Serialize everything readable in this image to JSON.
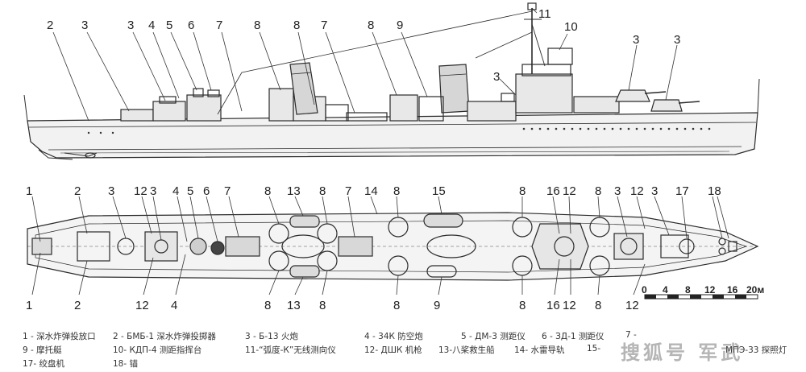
{
  "side_view_callouts": [
    {
      "id": "s2",
      "label": "2"
    },
    {
      "id": "s3a",
      "label": "3"
    },
    {
      "id": "s3b",
      "label": "3"
    },
    {
      "id": "s4",
      "label": "4"
    },
    {
      "id": "s5",
      "label": "5"
    },
    {
      "id": "s6",
      "label": "6"
    },
    {
      "id": "s7a",
      "label": "7"
    },
    {
      "id": "s8a",
      "label": "8"
    },
    {
      "id": "s8b",
      "label": "8"
    },
    {
      "id": "s7b",
      "label": "7"
    },
    {
      "id": "s8c",
      "label": "8"
    },
    {
      "id": "s9",
      "label": "9"
    },
    {
      "id": "s11",
      "label": "11"
    },
    {
      "id": "s10",
      "label": "10"
    },
    {
      "id": "s3c",
      "label": "3"
    },
    {
      "id": "s3d",
      "label": "3"
    },
    {
      "id": "s3e",
      "label": "3"
    }
  ],
  "plan_top_callouts": [
    {
      "id": "t1",
      "label": "1"
    },
    {
      "id": "t2",
      "label": "2"
    },
    {
      "id": "t3a",
      "label": "3"
    },
    {
      "id": "t12a",
      "label": "12"
    },
    {
      "id": "t3b",
      "label": "3"
    },
    {
      "id": "t4",
      "label": "4"
    },
    {
      "id": "t5",
      "label": "5"
    },
    {
      "id": "t6",
      "label": "6"
    },
    {
      "id": "t7a",
      "label": "7"
    },
    {
      "id": "t8a",
      "label": "8"
    },
    {
      "id": "t13",
      "label": "13"
    },
    {
      "id": "t8b",
      "label": "8"
    },
    {
      "id": "t7b",
      "label": "7"
    },
    {
      "id": "t14",
      "label": "14"
    },
    {
      "id": "t8c",
      "label": "8"
    },
    {
      "id": "t15",
      "label": "15"
    },
    {
      "id": "t8d",
      "label": "8"
    },
    {
      "id": "t16",
      "label": "16"
    },
    {
      "id": "t12b",
      "label": "12"
    },
    {
      "id": "t8e",
      "label": "8"
    },
    {
      "id": "t3c",
      "label": "3"
    },
    {
      "id": "t12c",
      "label": "12"
    },
    {
      "id": "t3d",
      "label": "3"
    },
    {
      "id": "t17",
      "label": "17"
    },
    {
      "id": "t18",
      "label": "18"
    }
  ],
  "plan_bottom_callouts": [
    {
      "id": "b1",
      "label": "1"
    },
    {
      "id": "b2",
      "label": "2"
    },
    {
      "id": "b12a",
      "label": "12"
    },
    {
      "id": "b4",
      "label": "4"
    },
    {
      "id": "b8a",
      "label": "8"
    },
    {
      "id": "b13",
      "label": "13"
    },
    {
      "id": "b8b",
      "label": "8"
    },
    {
      "id": "b8c",
      "label": "8"
    },
    {
      "id": "b9",
      "label": "9"
    },
    {
      "id": "b8d",
      "label": "8"
    },
    {
      "id": "b16",
      "label": "16"
    },
    {
      "id": "b12b",
      "label": "12"
    },
    {
      "id": "b8e",
      "label": "8"
    },
    {
      "id": "b12c",
      "label": "12"
    }
  ],
  "scale_bar": {
    "labels": [
      "0",
      "4",
      "8",
      "12",
      "16",
      "20м"
    ]
  },
  "legend": {
    "row1": [
      "1 - 深水炸弹投放口",
      "2 - БМБ-1 深水炸弹投掷器",
      "3 - Б-13 火炮",
      "4 - 34К 防空炮",
      "5 - ДМ-3 测距仪",
      "6 - ЗД-1 测距仪",
      "7 - "
    ],
    "row2": [
      "9 - 摩托艇",
      "10- КДП-4 测距指挥台",
      "11-“弧度-К”无线测向仪",
      "12- ДШК 机枪",
      "13-八桨救生船",
      "14- 水雷导轨",
      "15-",
      "МПЭ-33 探照灯"
    ],
    "row3": [
      "17- 绞盘机",
      "18- 锚"
    ]
  },
  "watermark": "搜狐号 军武"
}
